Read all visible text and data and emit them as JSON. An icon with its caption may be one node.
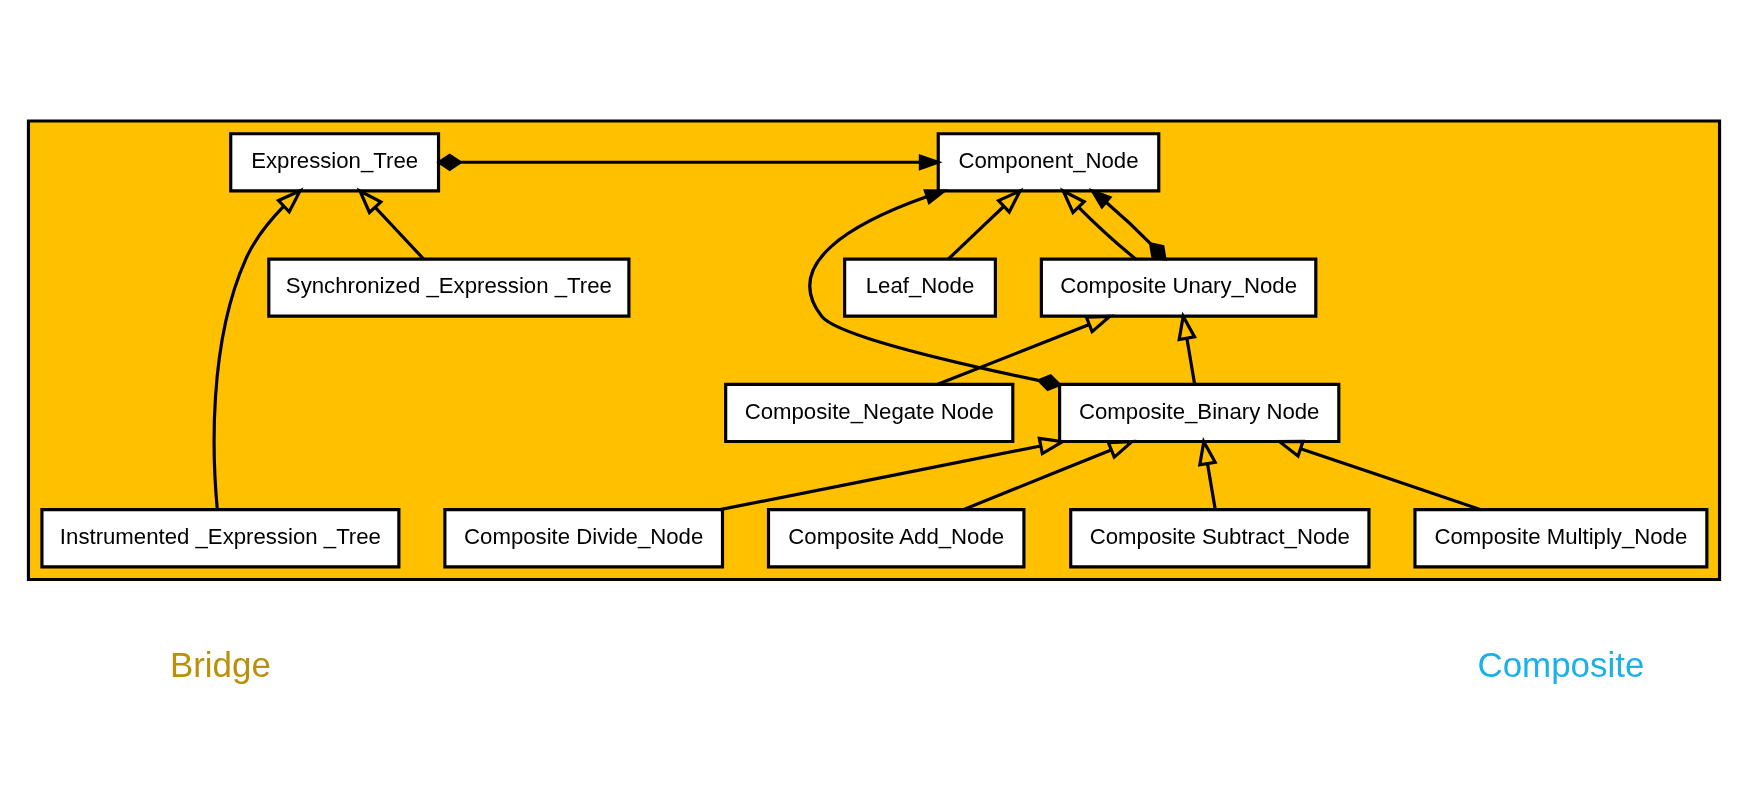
{
  "diagram": {
    "nodes": [
      {
        "text": [],
        "shape": "box"
      },
      {
        "text": [
          "Expression_Tree"
        ],
        "in": 0
      },
      {
        "text": [
          "Component_Node"
        ],
        "in": 0
      },
      {
        "text": [
          "Instrumented _Expression _Tree"
        ],
        "in": 0
      },
      {
        "text": [
          "Synchronized _Expression _Tree"
        ],
        "in": 0
      },
      {
        "text": [
          "Composite Unary_Node"
        ],
        "in": 0
      },
      {
        "text": [
          "Leaf_Node"
        ],
        "in": 0
      },
      {
        "text": [
          "Composite_Binary Node"
        ],
        "in": 0
      },
      {
        "text": [
          "Composite_Negate Node"
        ],
        "in": 0
      },
      {
        "text": [
          "Composite Add_Node"
        ],
        "in": 0
      },
      {
        "text": [
          "Composite Multiply_Node"
        ],
        "in": 0
      },
      {
        "text": [
          "Composite Subtract_Node"
        ],
        "in": 0
      },
      {
        "text": [
          "Composite Divide_Node"
        ],
        "in": 0
      }
    ],
    "edges": [
      {
        "from": 1,
        "to": 2,
        "arrow": "to"
      },
      {
        "from": 3,
        "to": 1,
        "arrow": "to"
      },
      {
        "from": 4,
        "to": 1,
        "arrow": "to"
      },
      {
        "from": 5,
        "to": 2,
        "arrow": "to"
      },
      {
        "from": 6,
        "to": 2,
        "arrow": "to"
      },
      {
        "from": 5,
        "to": 2,
        "arrow": "to"
      },
      {
        "from": 7,
        "to": 2,
        "arrow": "to"
      },
      {
        "from": 7,
        "to": 5,
        "arrow": "to"
      },
      {
        "from": 8,
        "to": 5,
        "arrow": "to"
      },
      {
        "from": 9,
        "to": 7,
        "arrow": "to"
      },
      {
        "from": 10,
        "to": 7,
        "arrow": "to"
      },
      {
        "from": 11,
        "to": 7,
        "arrow": "to"
      },
      {
        "from": 12,
        "to": 7,
        "arrow": "to"
      }
    ],
    "labels": [
      "Bridge",
      "Composite"
    ]
  }
}
